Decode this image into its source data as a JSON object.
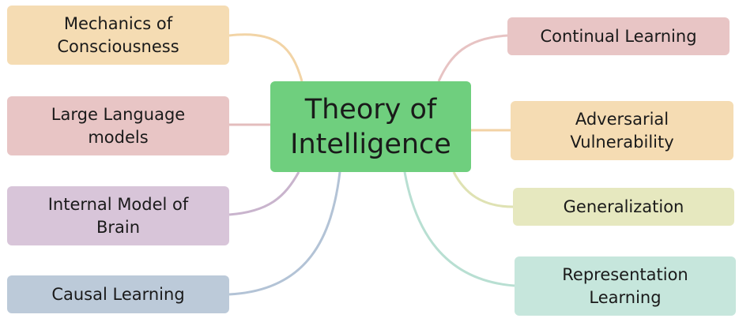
{
  "center": {
    "label": "Theory of\nIntelligence",
    "color": "#6fcf7e"
  },
  "nodes": [
    {
      "label": "Mechanics of\nConsciousness",
      "color": "#f5dcb3",
      "line": "#f2d4a6"
    },
    {
      "label": "Large Language\nmodels",
      "color": "#e8c5c5",
      "line": "#e3bdbd"
    },
    {
      "label": "Internal Model of\nBrain",
      "color": "#d8c5d9",
      "line": "#c9b4cd"
    },
    {
      "label": "Causal Learning",
      "color": "#bccad9",
      "line": "#b3c3d6"
    },
    {
      "label": "Continual Learning",
      "color": "#e8c5c5",
      "line": "#e7c3c3"
    },
    {
      "label": "Adversarial\nVulnerability",
      "color": "#f5dcb3",
      "line": "#f2d2a4"
    },
    {
      "label": "Generalization",
      "color": "#e6e8bf",
      "line": "#dfe2b3"
    },
    {
      "label": "Representation\nLearning",
      "color": "#c6e6dc",
      "line": "#b8dfd2"
    }
  ]
}
